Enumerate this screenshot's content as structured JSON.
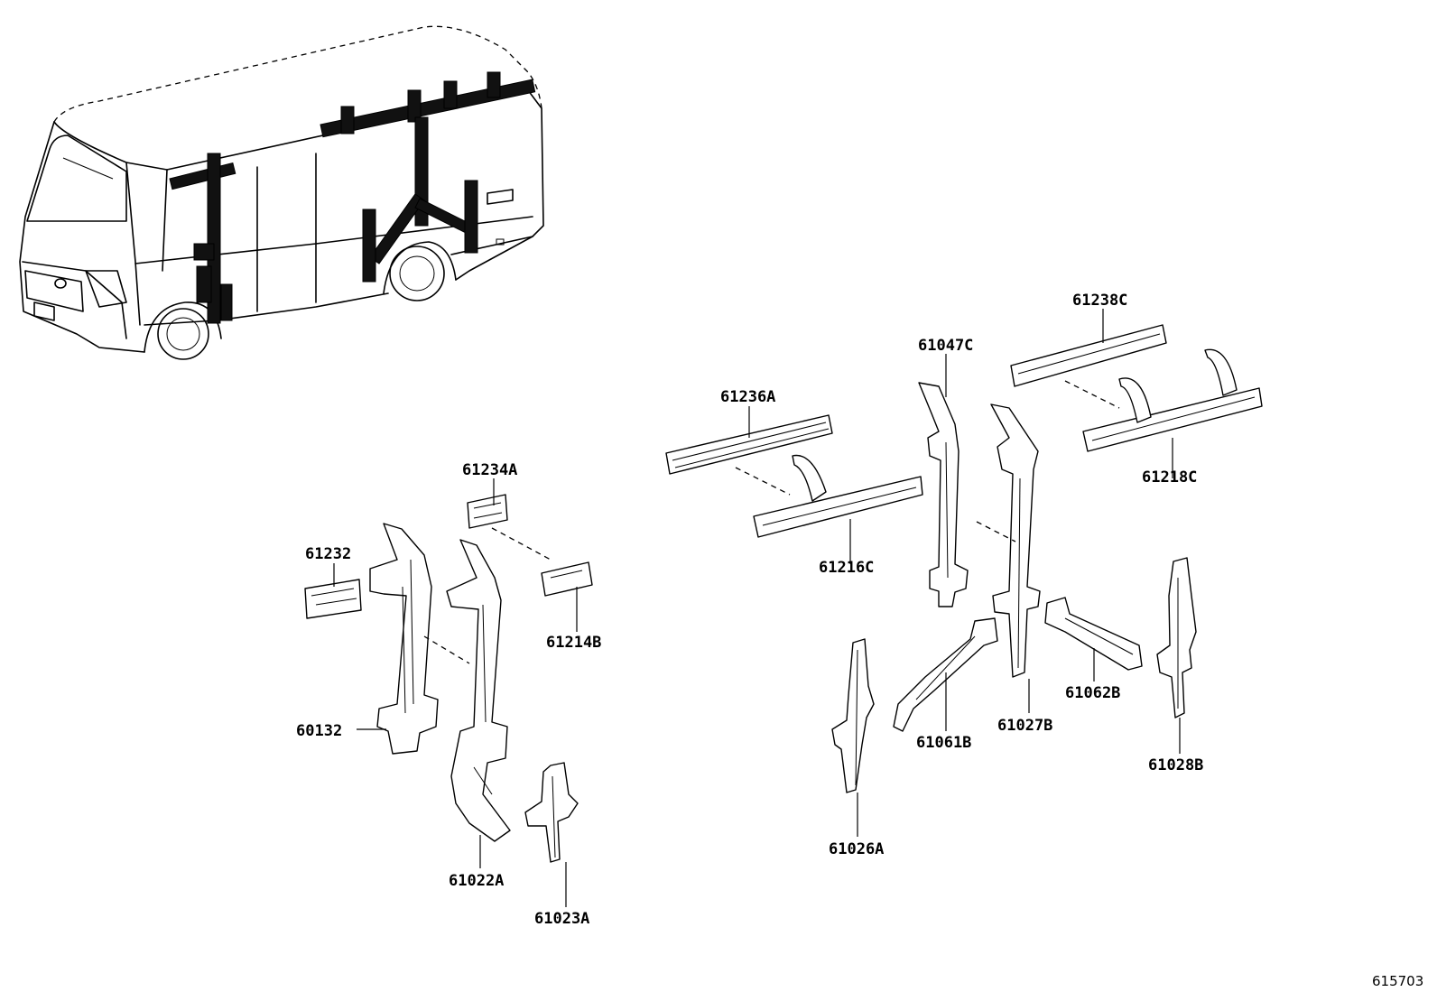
{
  "catalog_number": "615703",
  "labels": {
    "p61232": "61232",
    "p61234A": "61234A",
    "p61214B": "61214B",
    "p60132": "60132",
    "p61022A": "61022A",
    "p61023A": "61023A",
    "p61236A": "61236A",
    "p61216C": "61216C",
    "p61047C": "61047C",
    "p61238C": "61238C",
    "p61218C": "61218C",
    "p61026A": "61026A",
    "p61061B": "61061B",
    "p61027B": "61027B",
    "p61062B": "61062B",
    "p61028B": "61028B"
  }
}
